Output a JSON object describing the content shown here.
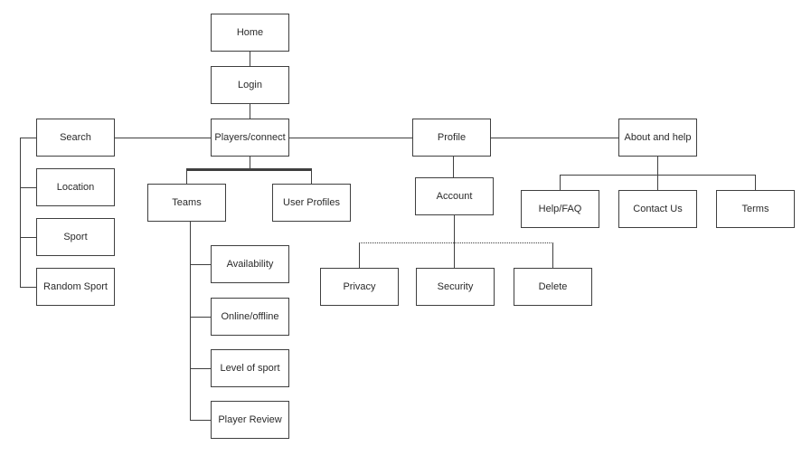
{
  "diagram_type": "sitemap-flowchart",
  "colors": {
    "box_fill": "#ffffff",
    "box_border": "#3f3f3f",
    "line": "#3f3f3f",
    "text": "#2a2a2a",
    "background": "#ffffff"
  },
  "nodes": {
    "home": "Home",
    "login": "Login",
    "players_connect": "Players/connect",
    "search": "Search",
    "profile": "Profile",
    "about_and_help": "About and help",
    "location": "Location",
    "sport": "Sport",
    "random_sport": "Random Sport",
    "teams": "Teams",
    "user_profiles": "User Profiles",
    "availability": "Availability",
    "online_offline": "Online/offline",
    "level_of_sport": "Level of sport",
    "player_review": "Player Review",
    "account": "Account",
    "privacy": "Privacy",
    "security": "Security",
    "delete": "Delete",
    "help_faq": "Help/FAQ",
    "contact_us": "Contact Us",
    "terms": "Terms"
  },
  "edges": [
    [
      "Home",
      "Login"
    ],
    [
      "Login",
      "Players/connect"
    ],
    [
      "Players/connect",
      "Search"
    ],
    [
      "Players/connect",
      "Profile"
    ],
    [
      "Profile",
      "About and help"
    ],
    [
      "Search",
      "Location"
    ],
    [
      "Search",
      "Sport"
    ],
    [
      "Search",
      "Random Sport"
    ],
    [
      "Players/connect",
      "Teams"
    ],
    [
      "Players/connect",
      "User Profiles"
    ],
    [
      "Teams",
      "Availability"
    ],
    [
      "Teams",
      "Online/offline"
    ],
    [
      "Teams",
      "Level of sport"
    ],
    [
      "Teams",
      "Player Review"
    ],
    [
      "Profile",
      "Account"
    ],
    [
      "Account",
      "Privacy"
    ],
    [
      "Account",
      "Security"
    ],
    [
      "Account",
      "Delete"
    ],
    [
      "About and help",
      "Help/FAQ"
    ],
    [
      "About and help",
      "Contact Us"
    ],
    [
      "About and help",
      "Terms"
    ]
  ]
}
